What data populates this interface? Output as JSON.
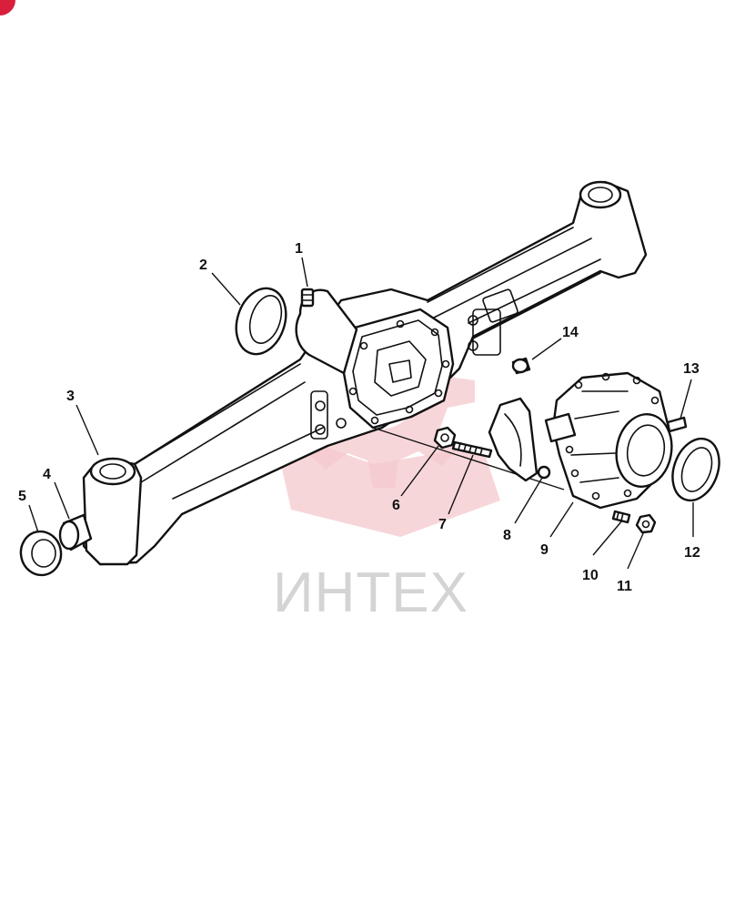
{
  "watermark": {
    "text": "ИНТЕХ",
    "color": "#f4c8cc",
    "text_color": "#d4d4d4"
  },
  "corner_badge_color": "#d81f3b",
  "callouts": [
    {
      "id": "1",
      "label": "1"
    },
    {
      "id": "2",
      "label": "2"
    },
    {
      "id": "3",
      "label": "3"
    },
    {
      "id": "4",
      "label": "4"
    },
    {
      "id": "5",
      "label": "5"
    },
    {
      "id": "6",
      "label": "6"
    },
    {
      "id": "7",
      "label": "7"
    },
    {
      "id": "8",
      "label": "8"
    },
    {
      "id": "9",
      "label": "9"
    },
    {
      "id": "10",
      "label": "10"
    },
    {
      "id": "11",
      "label": "11"
    },
    {
      "id": "12",
      "label": "12"
    },
    {
      "id": "13",
      "label": "13"
    },
    {
      "id": "14",
      "label": "14"
    }
  ]
}
